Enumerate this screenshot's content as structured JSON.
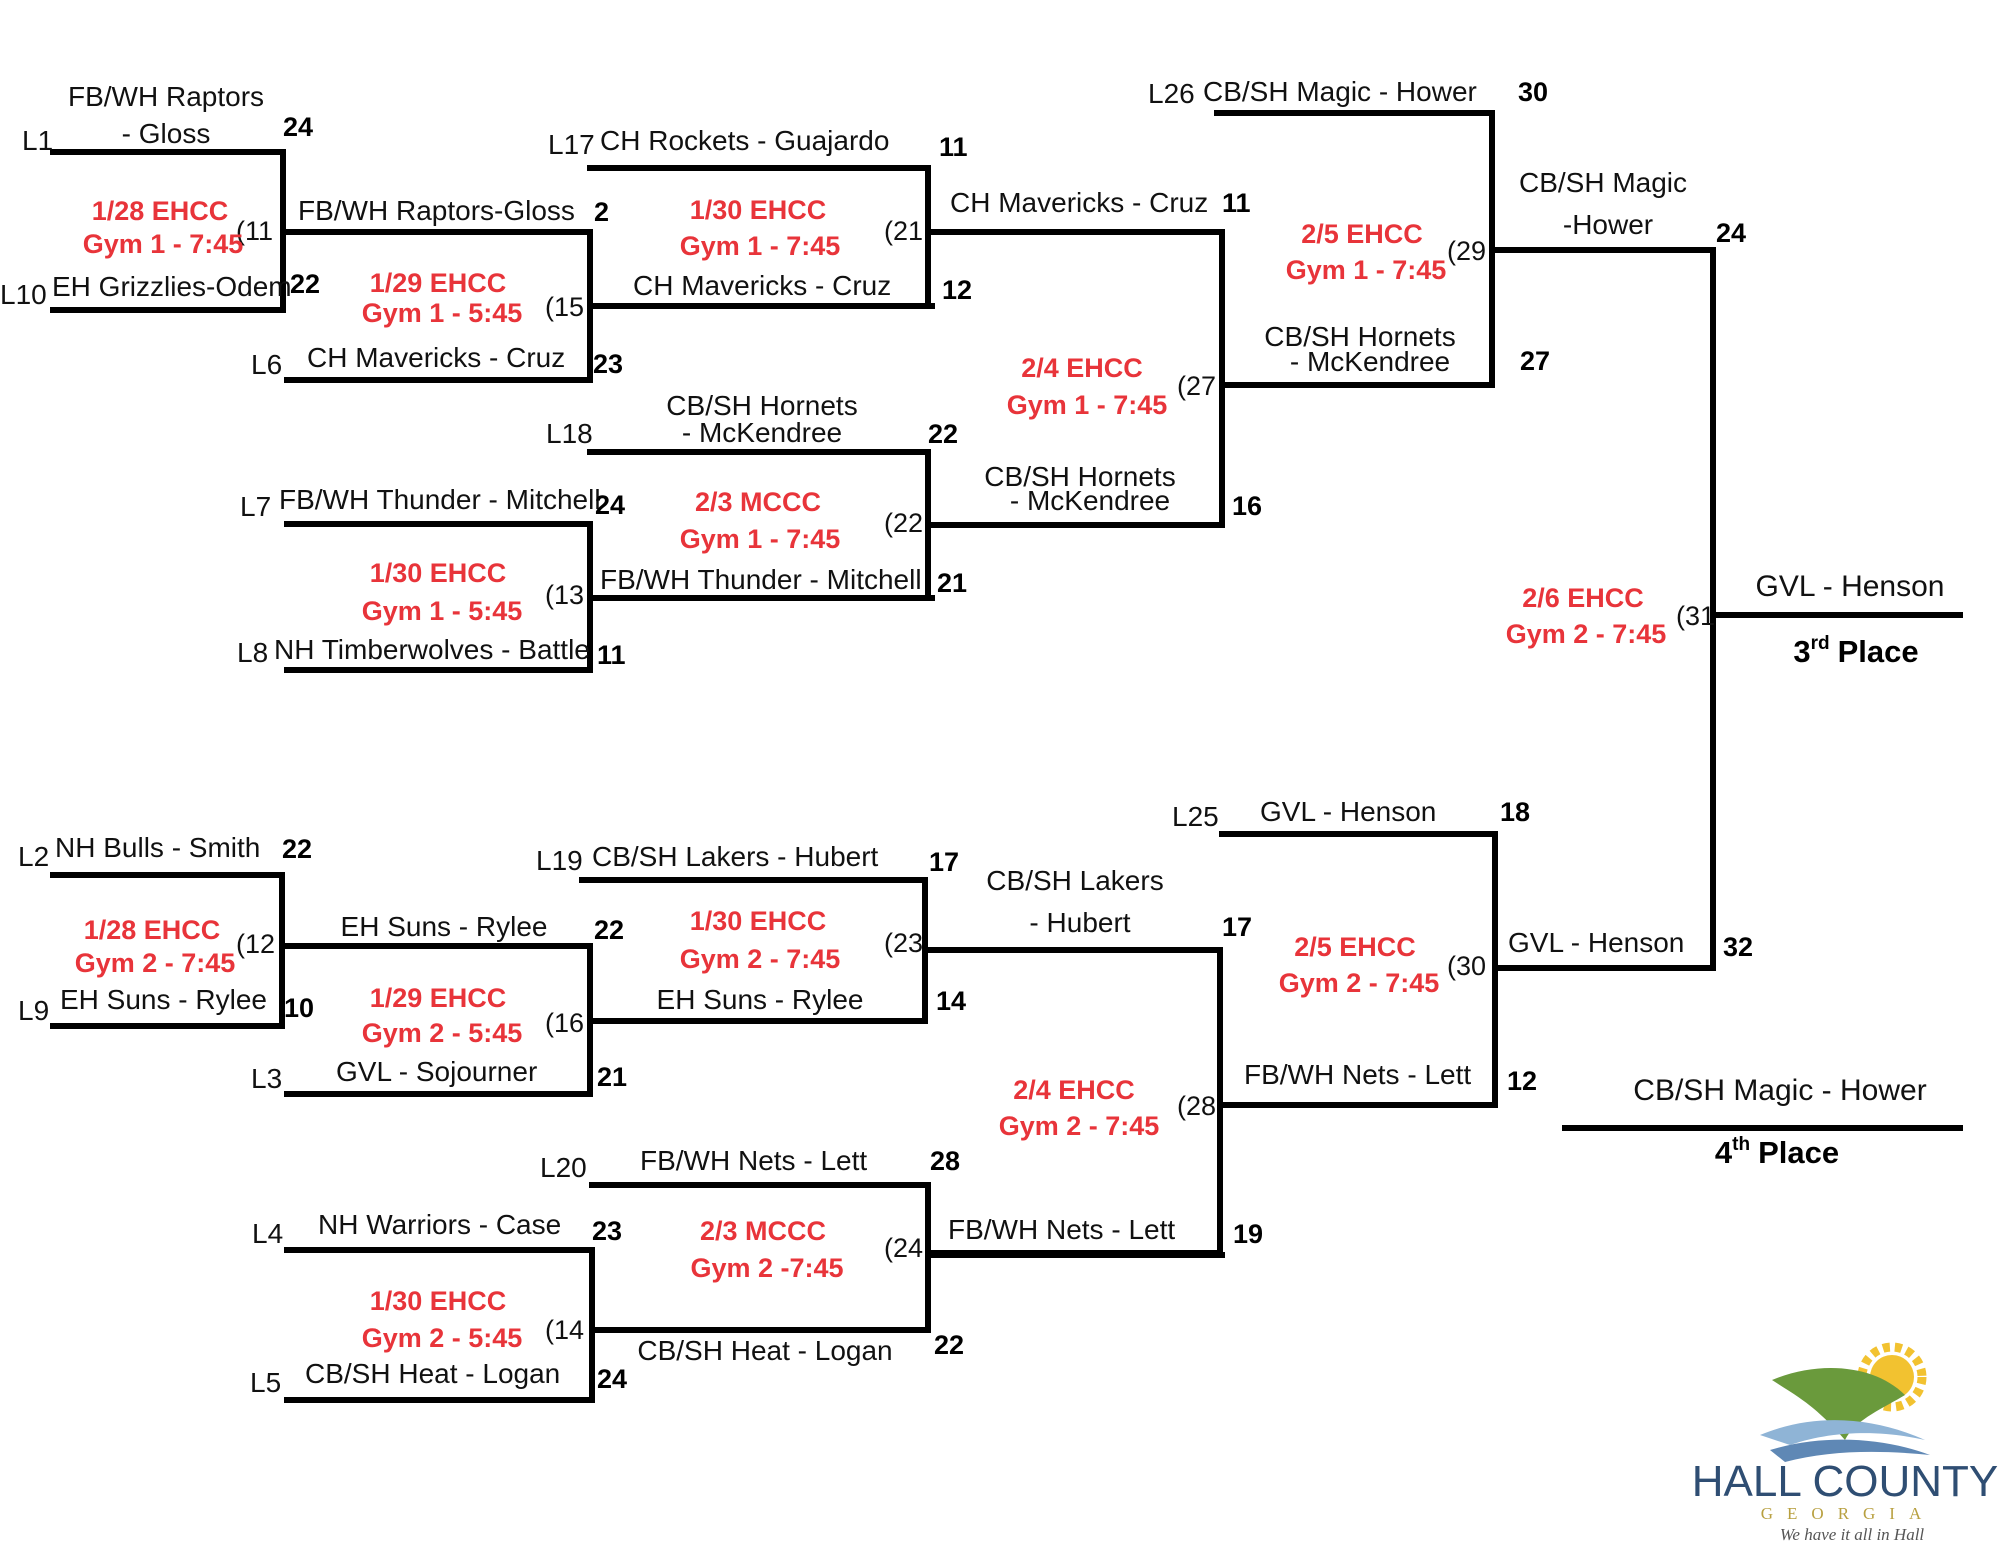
{
  "top_half": {
    "g11": {
      "seed_a": "L1",
      "team_a": [
        "FB/WH Raptors",
        "- Gloss"
      ],
      "score_a": "24",
      "seed_b": "L10",
      "team_b": "EH Grizzlies-Odem",
      "score_b": "22",
      "game": "(11",
      "date": "1/28 EHCC",
      "time": "Gym 1 - 7:45"
    },
    "g15": {
      "team_a": "FB/WH Raptors-Gloss",
      "score_a": "2",
      "seed_b": "L6",
      "team_b": "CH Mavericks - Cruz",
      "score_b": "23",
      "game": "(15",
      "date": "1/29 EHCC",
      "time": "Gym 1 - 5:45"
    },
    "g21": {
      "seed_a": "L17",
      "team_a": "CH Rockets - Guajardo",
      "score_a": "11",
      "team_b": "CH Mavericks - Cruz",
      "score_b": "12",
      "game": "(21",
      "date": "1/30 EHCC",
      "time": "Gym 1 - 7:45"
    },
    "g13": {
      "seed_a": "L7",
      "team_a": "FB/WH Thunder - Mitchell",
      "score_a": "24",
      "seed_b": "L8",
      "team_b": "NH Timberwolves - Battle",
      "score_b": "11",
      "game": "(13",
      "date": "1/30 EHCC",
      "time": "Gym 1 - 5:45"
    },
    "g22": {
      "seed_a": "L18",
      "team_a": [
        "CB/SH Hornets",
        "- McKendree"
      ],
      "score_a": "22",
      "team_b": "FB/WH Thunder - Mitchell",
      "score_b": "21",
      "game": "(22",
      "date": "2/3 MCCC",
      "time": "Gym 1 - 7:45"
    },
    "g27": {
      "team_a": "CH Mavericks - Cruz",
      "score_a": "11",
      "team_b": [
        "CB/SH Hornets",
        "- McKendree"
      ],
      "score_b": "16",
      "game": "(27",
      "date": "2/4 EHCC",
      "time": "Gym 1 - 7:45"
    },
    "g29": {
      "seed_a": "L26",
      "team_a": "CB/SH Magic - Hower",
      "score_a": "30",
      "team_b": [
        "CB/SH Hornets",
        "- McKendree"
      ],
      "score_b": "27",
      "game": "(29",
      "date": "2/5 EHCC",
      "time": "Gym 1 - 7:45"
    },
    "winner29": {
      "team": [
        "CB/SH Magic",
        "-Hower"
      ],
      "score": "24"
    }
  },
  "bottom_half": {
    "g12": {
      "seed_a": "L2",
      "team_a": "NH Bulls - Smith",
      "score_a": "22",
      "seed_b": "L9",
      "team_b": "EH Suns - Rylee",
      "score_b": "10",
      "game": "(12",
      "date": "1/28 EHCC",
      "time": "Gym 2 - 7:45"
    },
    "g16": {
      "team_a": "EH Suns - Rylee",
      "score_a": "22",
      "seed_b": "L3",
      "team_b": "GVL - Sojourner",
      "score_b": "21",
      "game": "(16",
      "date": "1/29 EHCC",
      "time": "Gym 2 - 5:45"
    },
    "g23": {
      "seed_a": "L19",
      "team_a": "CB/SH Lakers - Hubert",
      "score_a": "17",
      "team_b": "EH Suns - Rylee",
      "score_b": "14",
      "game": "(23",
      "date": "1/30 EHCC",
      "time": "Gym 2 - 7:45"
    },
    "g14": {
      "seed_a": "L4",
      "team_a": "NH Warriors - Case",
      "score_a": "23",
      "seed_b": "L5",
      "team_b": "CB/SH Heat - Logan",
      "score_b": "24",
      "game": "(14",
      "date": "1/30 EHCC",
      "time": "Gym 2 - 5:45"
    },
    "g24": {
      "seed_a": "L20",
      "team_a": "FB/WH Nets - Lett",
      "score_a": "28",
      "team_b": "CB/SH Heat - Logan",
      "score_b": "22",
      "game": "(24",
      "date": "2/3 MCCC",
      "time": "Gym 2 -7:45"
    },
    "g28": {
      "team_a": [
        "CB/SH Lakers",
        "- Hubert"
      ],
      "score_a": "17",
      "team_b": "FB/WH Nets - Lett",
      "score_b": "19",
      "game": "(28",
      "date": "2/4 EHCC",
      "time": "Gym 2 - 7:45"
    },
    "g30": {
      "seed_a": "L25",
      "team_a": "GVL - Henson",
      "score_a": "18",
      "team_b": "FB/WH Nets - Lett",
      "score_b": "12",
      "game": "(30",
      "date": "2/5 EHCC",
      "time": "Gym 2 - 7:45"
    },
    "winner30": {
      "team": "GVL - Henson",
      "score": "32"
    }
  },
  "final": {
    "game": "(31",
    "date": "2/6 EHCC",
    "time": "Gym 2 - 7:45",
    "third_team": "GVL - Henson",
    "third_label": "3",
    "third_sup": "rd",
    "third_word": "Place",
    "fourth_team": "CB/SH Magic - Hower",
    "fourth_label": "4",
    "fourth_sup": "th",
    "fourth_word": "Place"
  },
  "logo": {
    "name": "HALL COUNTY",
    "state": "GEORGIA",
    "tagline": "We have it all in Hall"
  },
  "colors": {
    "schedule": "#e8343a",
    "lines": "#000000",
    "logo_text": "#2f4e73",
    "logo_green": "#6a9a3c",
    "logo_sun": "#f2c230"
  }
}
